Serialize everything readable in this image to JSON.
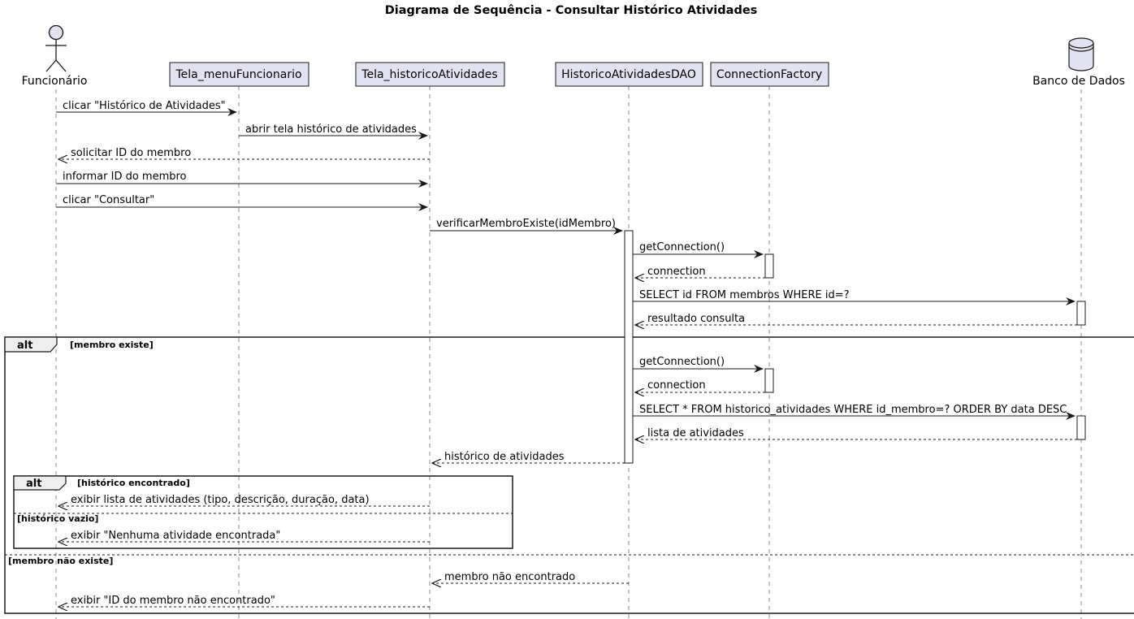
{
  "title": "Diagrama de Sequência - Consultar Histórico Atividades",
  "participants": [
    {
      "id": "func",
      "label": "Funcionário",
      "kind": "actor"
    },
    {
      "id": "menu",
      "label": "Tela_menuFuncionario",
      "kind": "box"
    },
    {
      "id": "hist",
      "label": "Tela_historicoAtividades",
      "kind": "box"
    },
    {
      "id": "dao",
      "label": "HistoricoAtividadesDAO",
      "kind": "box"
    },
    {
      "id": "cf",
      "label": "ConnectionFactory",
      "kind": "box"
    },
    {
      "id": "db",
      "label": "Banco de Dados",
      "kind": "database"
    }
  ],
  "messages": [
    {
      "from": "func",
      "to": "menu",
      "label": "clicar \"Histórico de Atividades\"",
      "style": "sync"
    },
    {
      "from": "menu",
      "to": "hist",
      "label": "abrir tela histórico de atividades",
      "style": "sync"
    },
    {
      "from": "hist",
      "to": "func",
      "label": "solicitar ID do membro",
      "style": "return"
    },
    {
      "from": "func",
      "to": "hist",
      "label": "informar ID do membro",
      "style": "sync"
    },
    {
      "from": "func",
      "to": "hist",
      "label": "clicar \"Consultar\"",
      "style": "sync"
    },
    {
      "from": "hist",
      "to": "dao",
      "label": "verificarMembroExiste(idMembro)",
      "style": "sync"
    },
    {
      "from": "dao",
      "to": "cf",
      "label": "getConnection()",
      "style": "sync"
    },
    {
      "from": "cf",
      "to": "dao",
      "label": "connection",
      "style": "return"
    },
    {
      "from": "dao",
      "to": "db",
      "label": "SELECT id FROM membros WHERE id=?",
      "style": "sync"
    },
    {
      "from": "db",
      "to": "dao",
      "label": "resultado consulta",
      "style": "return"
    },
    {
      "from": "dao",
      "to": "cf",
      "label": "getConnection()",
      "style": "sync"
    },
    {
      "from": "cf",
      "to": "dao",
      "label": "connection",
      "style": "return"
    },
    {
      "from": "dao",
      "to": "db",
      "label": "SELECT * FROM historico_atividades WHERE id_membro=? ORDER BY data DESC",
      "style": "sync"
    },
    {
      "from": "db",
      "to": "dao",
      "label": "lista de atividades",
      "style": "return"
    },
    {
      "from": "dao",
      "to": "hist",
      "label": "histórico de atividades",
      "style": "return"
    },
    {
      "from": "hist",
      "to": "func",
      "label": "exibir lista de atividades (tipo, descrição, duração, data)",
      "style": "return"
    },
    {
      "from": "hist",
      "to": "func",
      "label": "exibir \"Nenhuma atividade encontrada\"",
      "style": "return"
    },
    {
      "from": "dao",
      "to": "hist",
      "label": "membro não encontrado",
      "style": "return"
    },
    {
      "from": "hist",
      "to": "func",
      "label": "exibir \"ID do membro não encontrado\"",
      "style": "return"
    }
  ],
  "fragments": [
    {
      "keyword": "alt",
      "condition": "[membro existe]",
      "else_condition": "[membro não existe]"
    },
    {
      "keyword": "alt",
      "condition": "[histórico encontrado]",
      "else_condition": "[histórico vazio]"
    }
  ],
  "colors": {
    "participant_fill": "#e2e2f0",
    "participant_border": "#181818",
    "lifeline": "#888888",
    "line": "#181818",
    "background": "#ffffff"
  }
}
